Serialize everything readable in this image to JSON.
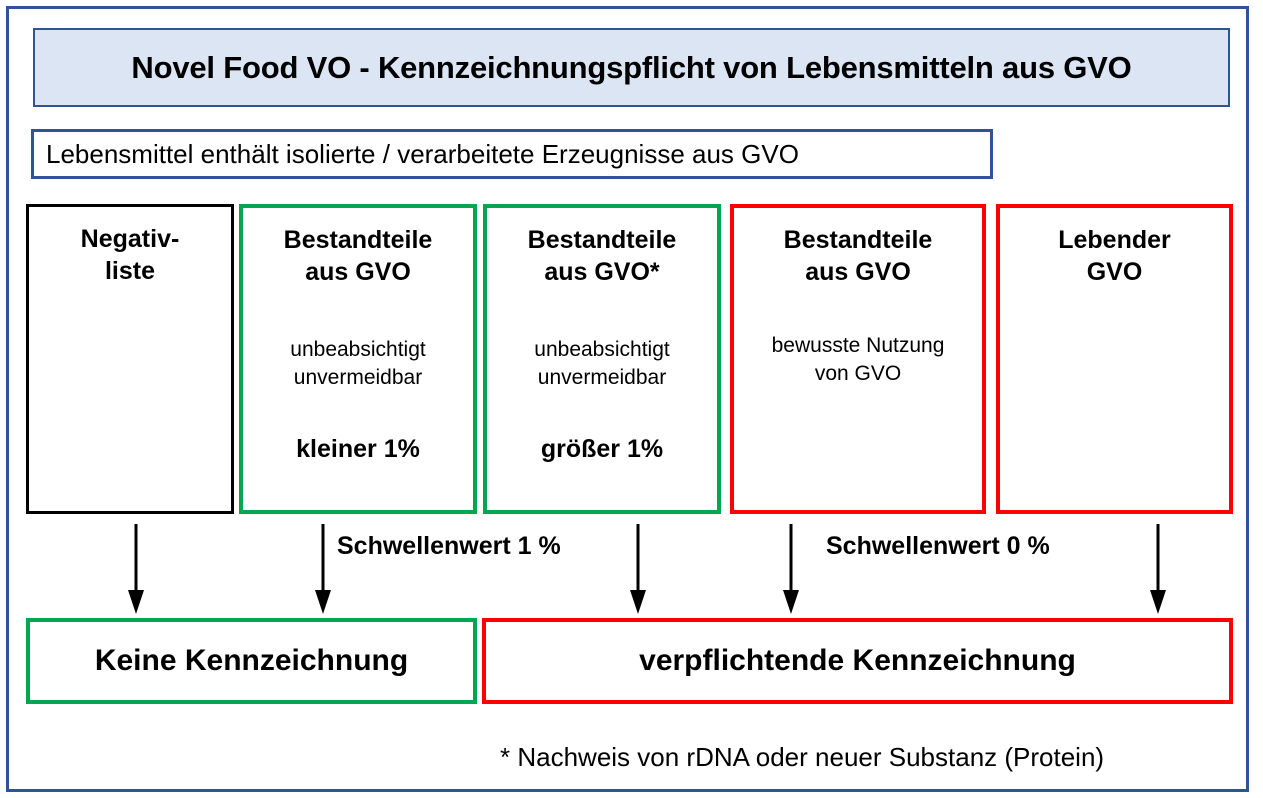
{
  "colors": {
    "frame_blue": "#2e5496",
    "banner_fill": "#dbe5f4",
    "green": "#00a650",
    "red": "#ff0000",
    "black": "#000000",
    "white": "#ffffff"
  },
  "header": {
    "title": "Novel Food VO - Kennzeichnungspflicht von Lebensmitteln aus GVO"
  },
  "condition": {
    "text": "Lebensmittel enthält isolierte / verarbeitete Erzeugnisse aus GVO"
  },
  "categories": [
    {
      "id": "negativliste",
      "title": "Negativ-\nliste",
      "title_lines": [
        "Negativ-",
        "liste"
      ],
      "detail_lines": [],
      "value": "",
      "border_color": "#000000",
      "outcome": "Keine Kennzeichnung"
    },
    {
      "id": "bestandteile-aus-gvo-kleiner-1",
      "title_lines": [
        "Bestandteile",
        "aus GVO"
      ],
      "detail_lines": [
        "unbeabsichtigt",
        "unvermeidbar"
      ],
      "value": "kleiner 1%",
      "border_color": "#00a650",
      "outcome": "Keine Kennzeichnung"
    },
    {
      "id": "bestandteile-aus-gvo-groesser-1",
      "title_lines": [
        "Bestandteile",
        "aus GVO*"
      ],
      "detail_lines": [
        "unbeabsichtigt",
        "unvermeidbar"
      ],
      "value": "größer 1%",
      "border_color": "#00a650",
      "outcome": "verpflichtende Kennzeichnung"
    },
    {
      "id": "bestandteile-aus-gvo-bewusst",
      "title_lines": [
        "Bestandteile",
        "aus GVO"
      ],
      "detail_lines": [
        "bewusste Nutzung",
        "von GVO"
      ],
      "value": "",
      "border_color": "#ff0000",
      "outcome": "verpflichtende Kennzeichnung"
    },
    {
      "id": "lebender-gvo",
      "title_lines": [
        "Lebender",
        "GVO"
      ],
      "detail_lines": [],
      "value": "",
      "border_color": "#ff0000",
      "outcome": "verpflichtende Kennzeichnung"
    }
  ],
  "thresholds": [
    {
      "id": "schwellenwert-1",
      "label": "Schwellenwert 1 %"
    },
    {
      "id": "schwellenwert-0",
      "label": "Schwellenwert 0 %"
    }
  ],
  "outcomes": [
    {
      "id": "keine-kennzeichnung",
      "label": "Keine Kennzeichnung",
      "border_color": "#00a650"
    },
    {
      "id": "verpflichtende-kennzeichnung",
      "label": "verpflichtende Kennzeichnung",
      "border_color": "#ff0000"
    }
  ],
  "footnote": {
    "text": "* Nachweis von rDNA oder neuer Substanz (Protein)"
  },
  "arrows": {
    "count": 5,
    "icon": "arrow-down-icon"
  }
}
